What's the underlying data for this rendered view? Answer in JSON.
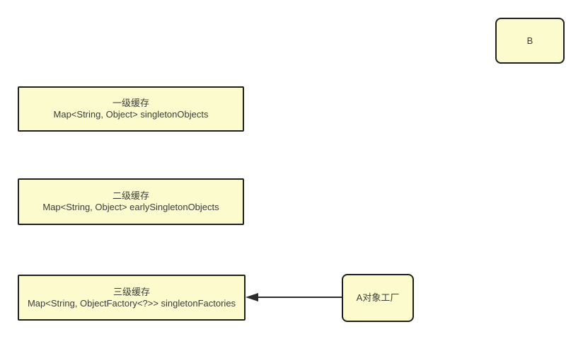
{
  "diagram": {
    "title": "spring-three-level-cache-diagram",
    "colors": {
      "node_fill": "#fbfbce",
      "node_border": "#1f1f1f",
      "text": "#3d3d3d",
      "arrow": "#2b2b2b",
      "background": "#ffffff"
    },
    "nodes": {
      "b": {
        "label": "B"
      },
      "l1": {
        "title": "一级缓存",
        "subtitle": "Map<String, Object> singletonObjects"
      },
      "l2": {
        "title": "二级缓存",
        "subtitle": "Map<String, Object> earlySingletonObjects"
      },
      "l3": {
        "title": "三级缓存",
        "subtitle": "Map<String, ObjectFactory<?>> singletonFactories"
      },
      "a_factory": {
        "label": "A对象工厂"
      }
    },
    "edges": [
      {
        "from": "a_factory",
        "to": "l3",
        "style": "solid-arrow"
      }
    ]
  }
}
